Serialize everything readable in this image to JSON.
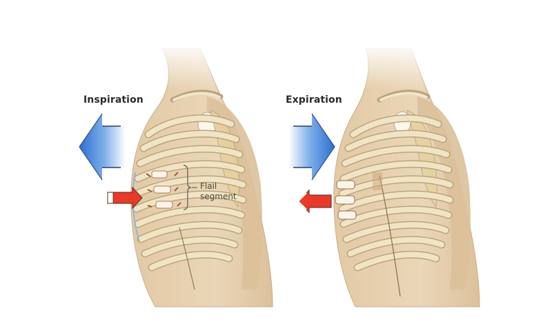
{
  "figure": {
    "subject": "Flail chest paradoxical movement",
    "panels": [
      {
        "id": "inspiration",
        "title": "Inspiration",
        "chest_arrow": {
          "direction": "left",
          "meaning": "chest wall expands outward"
        },
        "flail_arrow": {
          "direction": "right",
          "meaning": "flail segment moves inward"
        },
        "annotation": {
          "line1": "Flail",
          "line2": "segment"
        }
      },
      {
        "id": "expiration",
        "title": "Expiration",
        "chest_arrow": {
          "direction": "right",
          "meaning": "chest wall moves inward"
        },
        "flail_arrow": {
          "direction": "left",
          "meaning": "flail segment moves outward"
        }
      }
    ],
    "colors": {
      "background": "#ffffff",
      "skin": "#e8d3b4",
      "skin_shadow": "#d9bf98",
      "rib": "#efe3c3",
      "rib_outline": "#b8a57c",
      "blue_arrow": "#3f7fd6",
      "red_arrow": "#e8392a",
      "title_text": "#2a2a2a"
    }
  }
}
